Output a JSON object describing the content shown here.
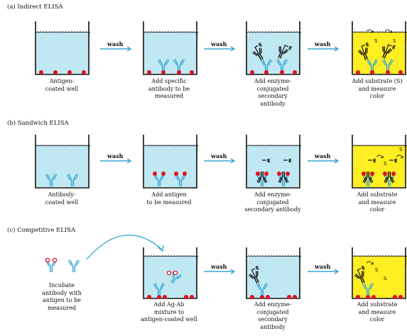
{
  "sections": [
    {
      "title": "(a) Indirect ELISA",
      "wash_labels": [
        "wash",
        "wash",
        "wash"
      ],
      "captions": [
        [
          "Antigen-",
          "coated well"
        ],
        [
          "Add specific",
          "antibody to be",
          "measured"
        ],
        [
          "Add enzyme-",
          "conjugated",
          "secondary",
          "antibody"
        ],
        [
          "Add substrate (S)",
          "and measure",
          "color"
        ]
      ]
    },
    {
      "title": "(b) Sandwich ELISA",
      "wash_labels": [
        "wash",
        "wash",
        "wash"
      ],
      "captions": [
        [
          "Antibody-",
          "coated well"
        ],
        [
          "Add antigen",
          "to be measured"
        ],
        [
          "Add enzyme-",
          "conjugated",
          "secondary antibody"
        ],
        [
          "Add substrate",
          "and measure",
          "color"
        ]
      ]
    },
    {
      "title": "(c) Competitive ELISA",
      "wash_labels": [
        "wash",
        "wash"
      ],
      "captions": [
        [
          "Incubate",
          "antibody with",
          "antigen to be",
          "measured"
        ],
        [
          "Add Ag-Ab",
          "mixture to",
          "antigen-coated well"
        ],
        [
          "Add enzyme-",
          "conjugated",
          "secondary",
          "antibody"
        ],
        [
          "Add substrate",
          "and measure",
          "color"
        ]
      ]
    }
  ],
  "symbols": {
    "enzyme": "E",
    "substrate": "S"
  },
  "colors": {
    "liquid": "#bfe8f2",
    "substrate_liquid": "#ffee22",
    "antigen": "#e01020",
    "antibody": "#3aa6d6",
    "arrow": "#3aa6d6",
    "outline": "#111111"
  }
}
